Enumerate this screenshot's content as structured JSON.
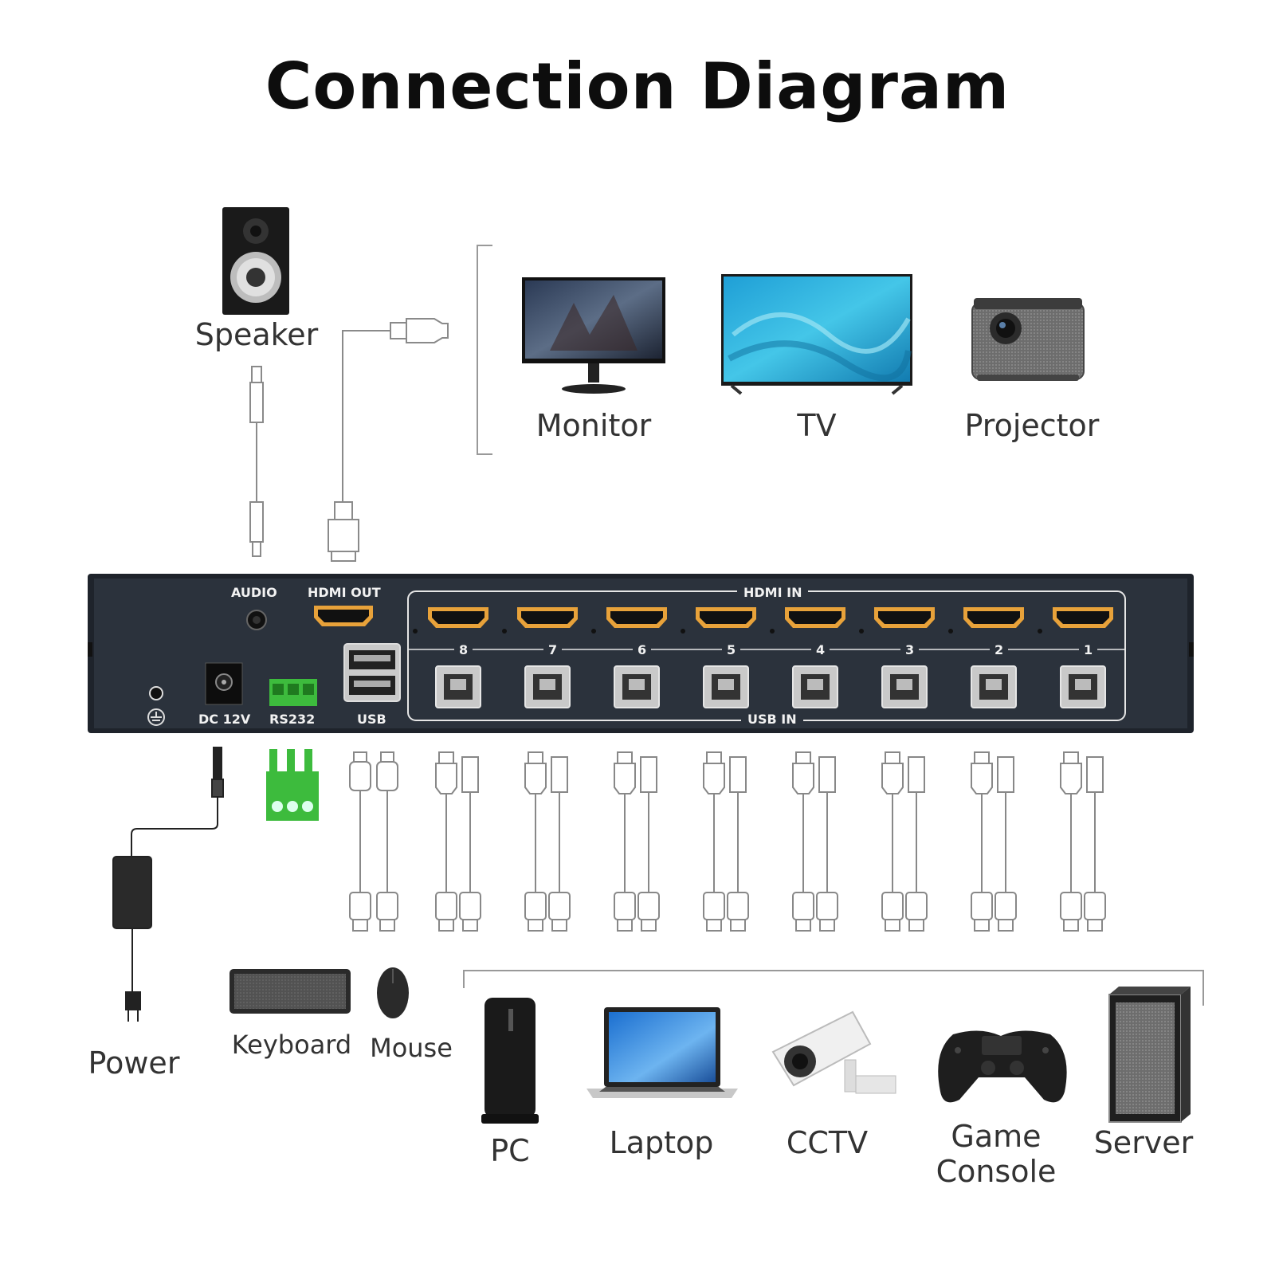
{
  "title": "Connection Diagram",
  "outputs": {
    "speaker": "Speaker",
    "monitor": "Monitor",
    "tv": "TV",
    "projector": "Projector"
  },
  "panel": {
    "audio": "AUDIO",
    "hdmi_out": "HDMI OUT",
    "hdmi_in": "HDMI IN",
    "dc": "DC 12V",
    "rs232": "RS232",
    "usb": "USB",
    "usb_in": "USB IN",
    "port_numbers": [
      "8",
      "7",
      "6",
      "5",
      "4",
      "3",
      "2",
      "1"
    ]
  },
  "inputs": {
    "power": "Power",
    "keyboard": "Keyboard",
    "mouse": "Mouse",
    "pc": "PC",
    "laptop": "Laptop",
    "cctv": "CCTV",
    "game_console_1": "Game",
    "game_console_2": "Console",
    "server": "Server"
  },
  "colors": {
    "panel": "#2b323c",
    "hdmi_port": "#e8a23a",
    "terminal": "#3dbb3d",
    "cable": "#888888"
  }
}
